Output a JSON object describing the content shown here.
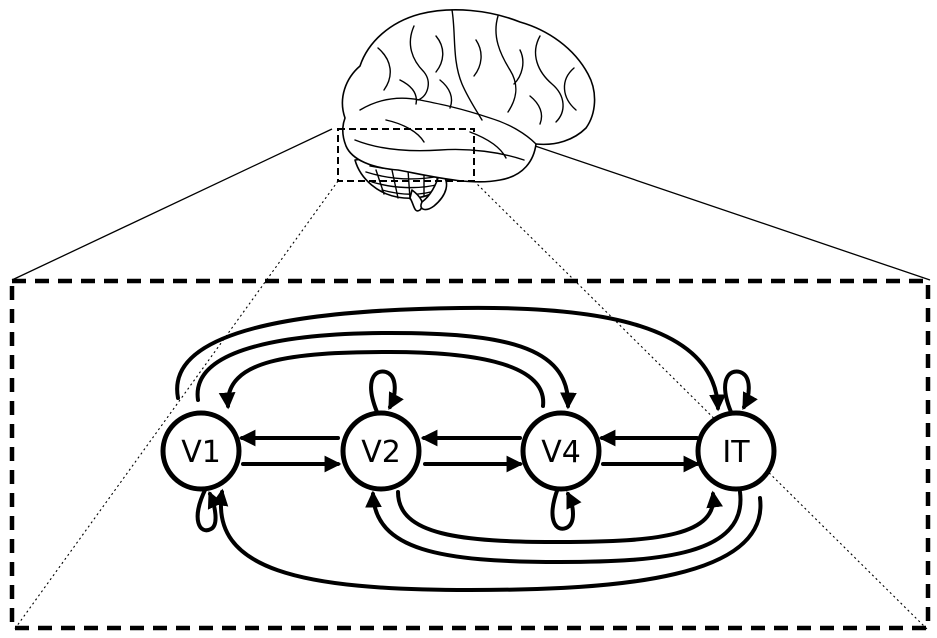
{
  "diagram": {
    "nodes": [
      {
        "id": "V1",
        "label": "V1"
      },
      {
        "id": "V2",
        "label": "V2"
      },
      {
        "id": "V4",
        "label": "V4"
      },
      {
        "id": "IT",
        "label": "IT"
      }
    ],
    "edges": [
      {
        "from": "V1",
        "to": "V2",
        "type": "feedforward"
      },
      {
        "from": "V2",
        "to": "V1",
        "type": "feedback"
      },
      {
        "from": "V2",
        "to": "V4",
        "type": "feedforward"
      },
      {
        "from": "V4",
        "to": "V2",
        "type": "feedback"
      },
      {
        "from": "V4",
        "to": "IT",
        "type": "feedforward"
      },
      {
        "from": "IT",
        "to": "V4",
        "type": "feedback"
      },
      {
        "from": "V1",
        "to": "V4",
        "type": "skip-feedforward"
      },
      {
        "from": "V4",
        "to": "V1",
        "type": "skip-feedback"
      },
      {
        "from": "V1",
        "to": "IT",
        "type": "skip-feedforward"
      },
      {
        "from": "V2",
        "to": "IT",
        "type": "skip-feedforward"
      },
      {
        "from": "IT",
        "to": "V2",
        "type": "skip-feedback"
      },
      {
        "from": "IT",
        "to": "V1",
        "type": "skip-feedback"
      },
      {
        "from": "V1",
        "to": "V1",
        "type": "recurrent"
      },
      {
        "from": "V2",
        "to": "V2",
        "type": "recurrent"
      },
      {
        "from": "V4",
        "to": "V4",
        "type": "recurrent"
      },
      {
        "from": "IT",
        "to": "IT",
        "type": "recurrent"
      }
    ],
    "brain_icon": "brain-side-view-icon",
    "zoom_region": "ventral-visual-stream",
    "colors": {
      "stroke": "#000000",
      "background": "#ffffff"
    }
  }
}
